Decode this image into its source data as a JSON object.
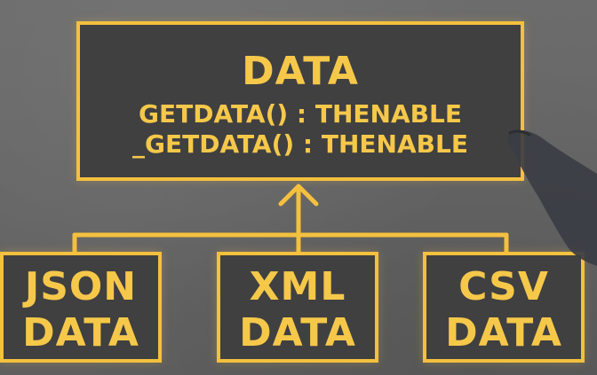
{
  "parent": {
    "title": "DATA",
    "methods": [
      "GETDATA() : THENABLE",
      "_GETDATA() : THENABLE"
    ]
  },
  "children": [
    {
      "line1": "JSON",
      "line2": "DATA"
    },
    {
      "line1": "XML",
      "line2": "DATA"
    },
    {
      "line1": "CSV",
      "line2": "DATA"
    }
  ],
  "colors": {
    "outline": "#f4c03e",
    "box_fill": "#404040",
    "background": "#6a6a6a"
  }
}
